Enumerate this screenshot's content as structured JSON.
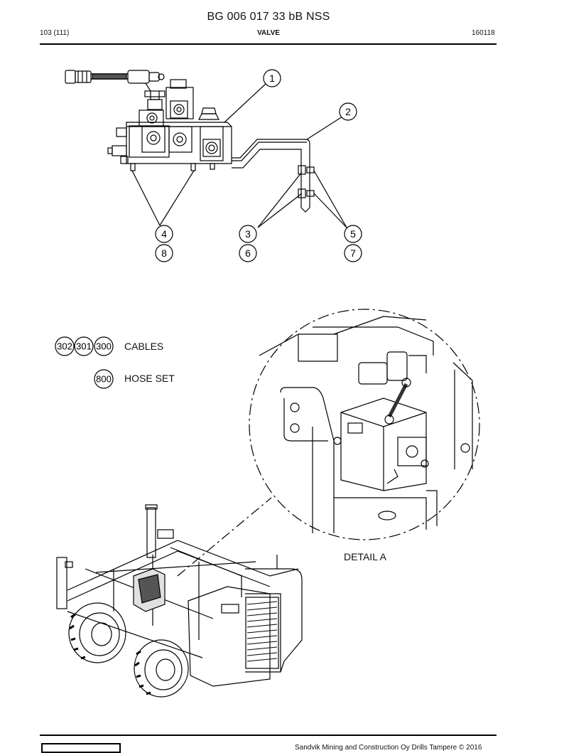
{
  "header": {
    "title": "BG 006 017 33 bB NSS",
    "page": "103 (111)",
    "section": "VALVE",
    "code": "160118"
  },
  "callouts": [
    "1",
    "2",
    "3",
    "4",
    "5",
    "6",
    "7",
    "8"
  ],
  "legend": {
    "cables_refs": [
      "302",
      "301",
      "300"
    ],
    "cables_label": "CABLES",
    "hose_ref": "800",
    "hose_label": "HOSE SET"
  },
  "detail_label": "DETAIL A",
  "footer": {
    "copyright": "Sandvik Mining and Construction Oy Drills Tampere © 2016"
  }
}
